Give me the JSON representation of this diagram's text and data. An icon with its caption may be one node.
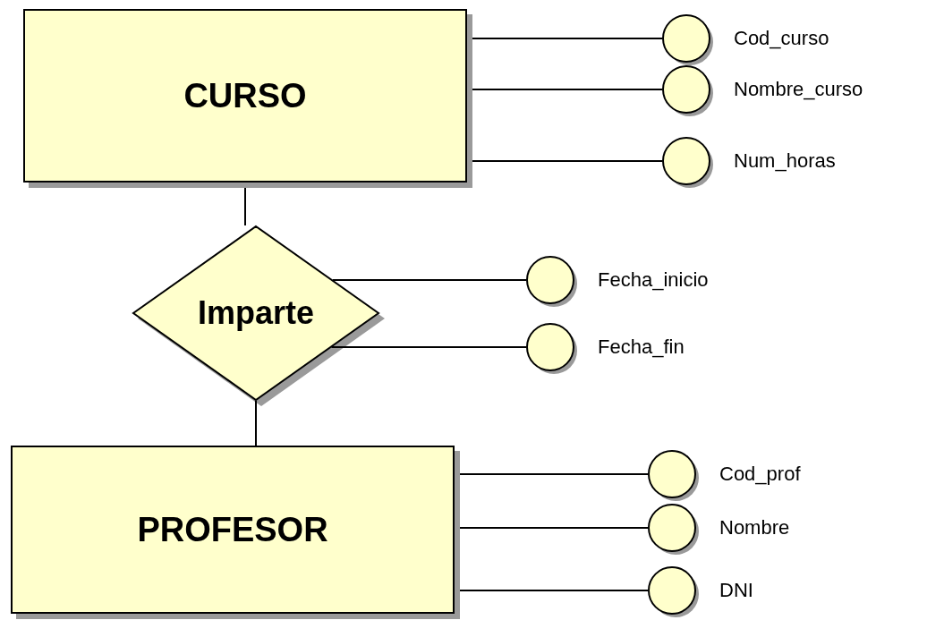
{
  "diagram": {
    "nodes": [
      {
        "text": [
          "CURSO"
        ]
      },
      {
        "text": [],
        "shape": "circle",
        "beside": [
          "Cod_curso"
        ]
      },
      {
        "text": [],
        "shape": "circle",
        "beside": [
          "Nombre_curso"
        ]
      },
      {
        "text": [],
        "shape": "circle",
        "beside": [
          "Num_horas"
        ]
      },
      {
        "text": [
          "Imparte"
        ]
      },
      {
        "text": [],
        "shape": "circle",
        "beside": [
          "Fecha_inicio"
        ]
      },
      {
        "text": [],
        "shape": "circle",
        "beside": [
          "Fecha_fin"
        ]
      },
      {
        "text": [
          "PROFESOR"
        ]
      },
      {
        "text": [],
        "shape": "circle",
        "beside": [
          "Cod_prof"
        ]
      },
      {
        "text": [],
        "shape": "circle",
        "beside": [
          "Nombre"
        ]
      },
      {
        "text": [],
        "shape": "circle",
        "beside": [
          "DNI"
        ]
      }
    ],
    "edges": [
      {
        "from": 0,
        "to": 1,
        "arrow": "none"
      },
      {
        "from": 0,
        "to": 2,
        "arrow": "none"
      },
      {
        "from": 0,
        "to": 3,
        "arrow": "none"
      },
      {
        "from": 0,
        "to": 4,
        "arrow": "none"
      },
      {
        "from": 4,
        "to": 5,
        "arrow": "none"
      },
      {
        "from": 4,
        "to": 6,
        "arrow": "none"
      },
      {
        "from": 4,
        "to": 7,
        "arrow": "none"
      },
      {
        "from": 7,
        "to": 8,
        "arrow": "none"
      },
      {
        "from": 7,
        "to": 9,
        "arrow": "none"
      },
      {
        "from": 7,
        "to": 10,
        "arrow": "none"
      }
    ]
  }
}
